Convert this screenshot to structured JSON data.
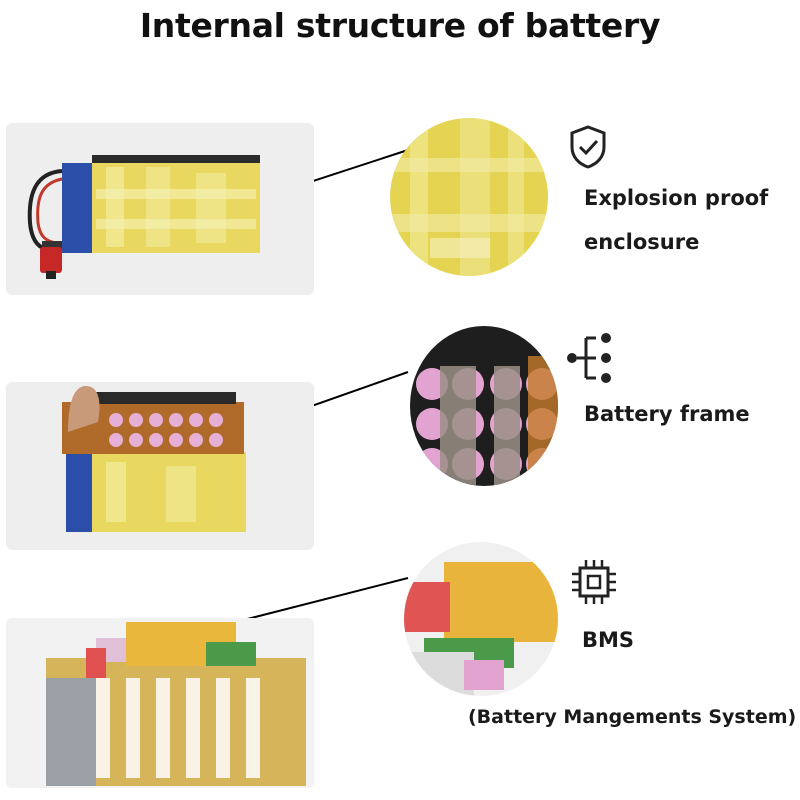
{
  "title": "Internal structure of battery",
  "features": [
    {
      "icon": "shield-check-icon",
      "label_line1": "Explosion proof",
      "label_line2": "enclosure"
    },
    {
      "icon": "hierarchy-structure-icon",
      "label_line1": "Battery frame"
    },
    {
      "icon": "chip-icon",
      "label_line1": "BMS",
      "label_line2": "(Battery Mangements System)"
    }
  ]
}
